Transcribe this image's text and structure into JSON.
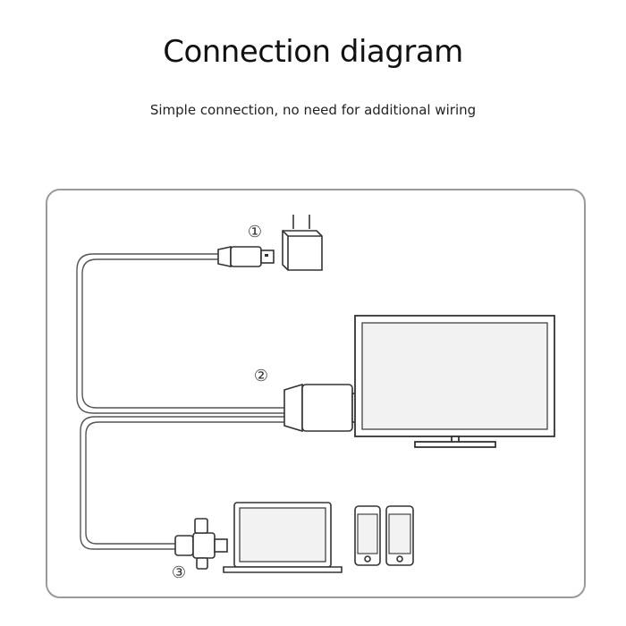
{
  "header": {
    "title": "Connection diagram",
    "subtitle": "Simple connection, no need for additional wiring"
  },
  "labels": {
    "step1": "①",
    "step2": "②",
    "step3": "③"
  },
  "icons": [
    "power-adapter-icon",
    "usb-plug-icon",
    "hdmi-dongle-icon",
    "tv-monitor-icon",
    "laptop-icon",
    "smartphone-icon",
    "multi-connector-icon"
  ],
  "colors": {
    "stroke": "#333333",
    "frame": "#9a9a9a",
    "screen": "#f2f2f2"
  }
}
